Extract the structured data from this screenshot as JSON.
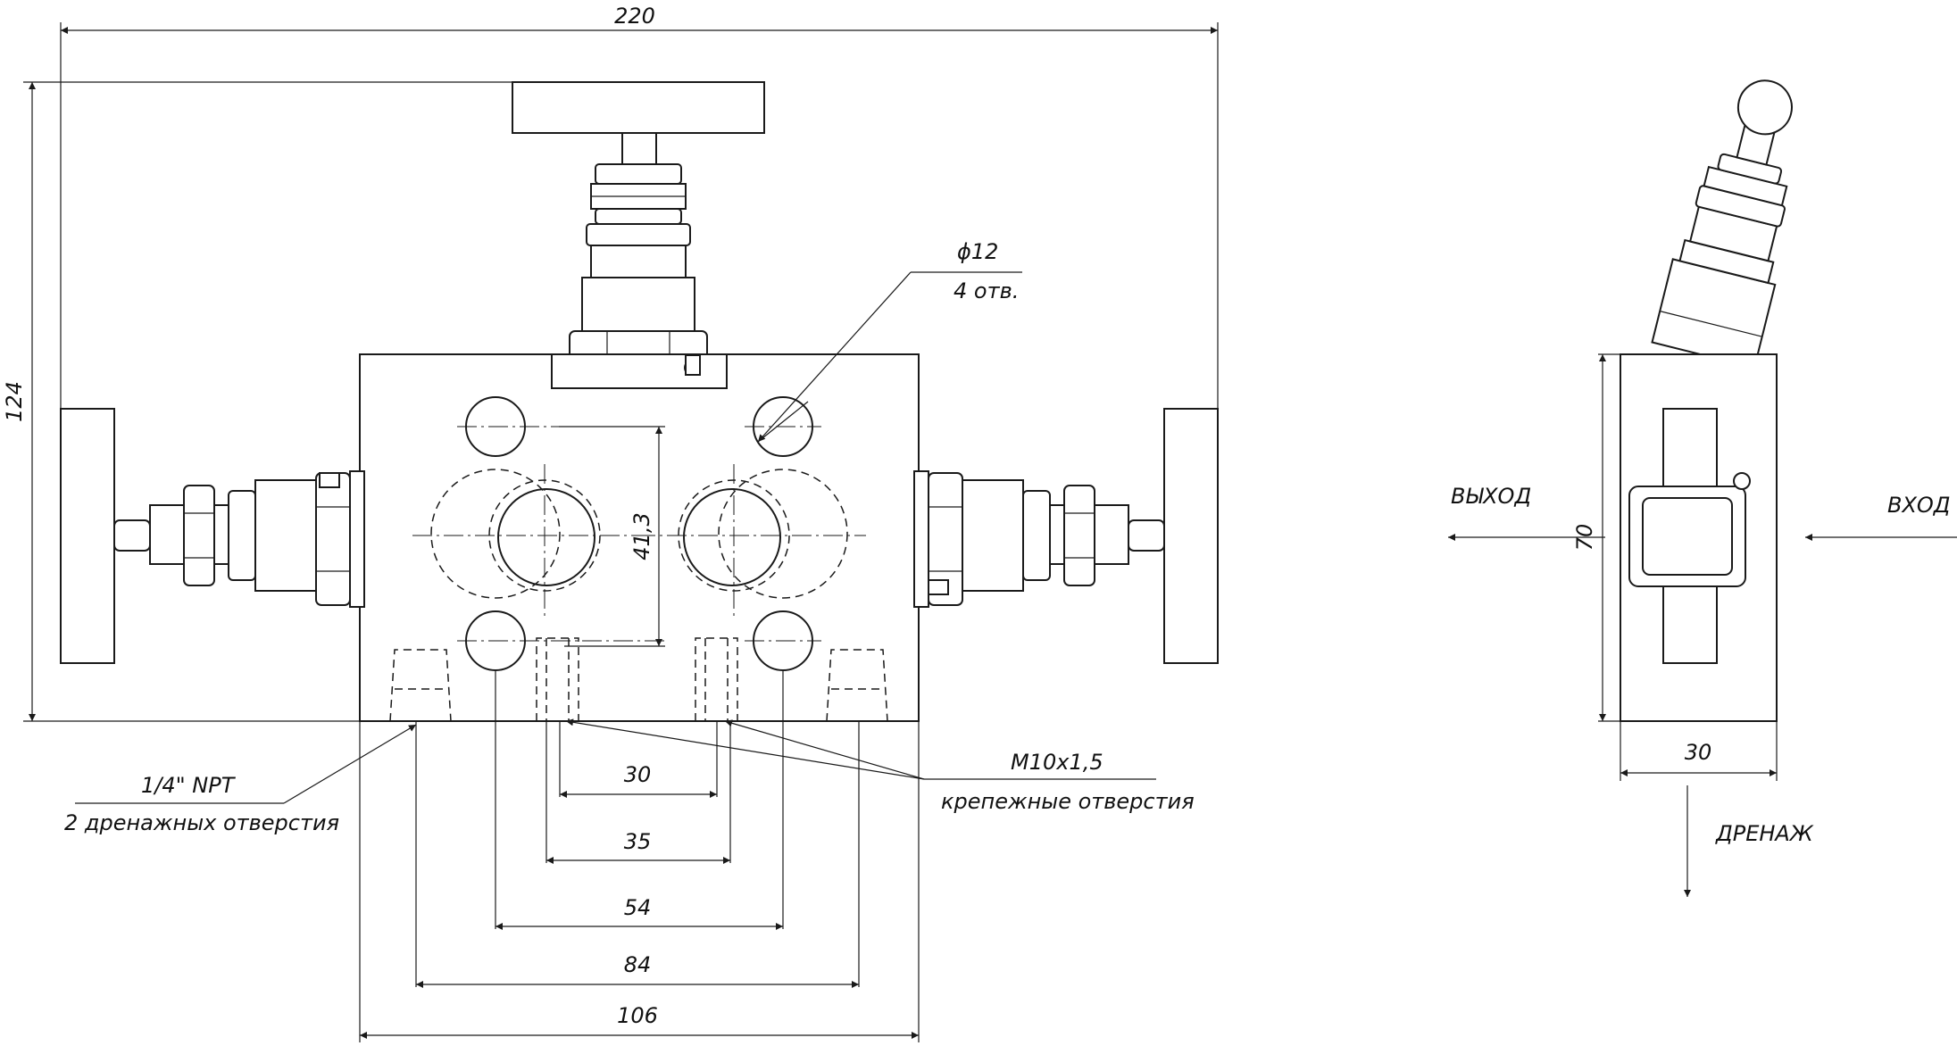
{
  "dimensions": {
    "overall_width": "220",
    "overall_height": "124",
    "hole_spacing_vertical": "41,3",
    "side_height": "70",
    "side_width": "30",
    "mount_30": "30",
    "mount_35": "35",
    "mount_54": "54",
    "mount_84": "84",
    "body_width": "106"
  },
  "callouts": {
    "holes_diameter": "ϕ12",
    "holes_count": "4 отв.",
    "thread": "M10x1,5",
    "thread_note": "крепежные отверстия",
    "drain_thread": "1/4\" NPT",
    "drain_note": "2 дренажных отверстия"
  },
  "ports": {
    "outlet": "ВЫХОД",
    "inlet": "ВХОД",
    "drain": "ДРЕНАЖ"
  }
}
